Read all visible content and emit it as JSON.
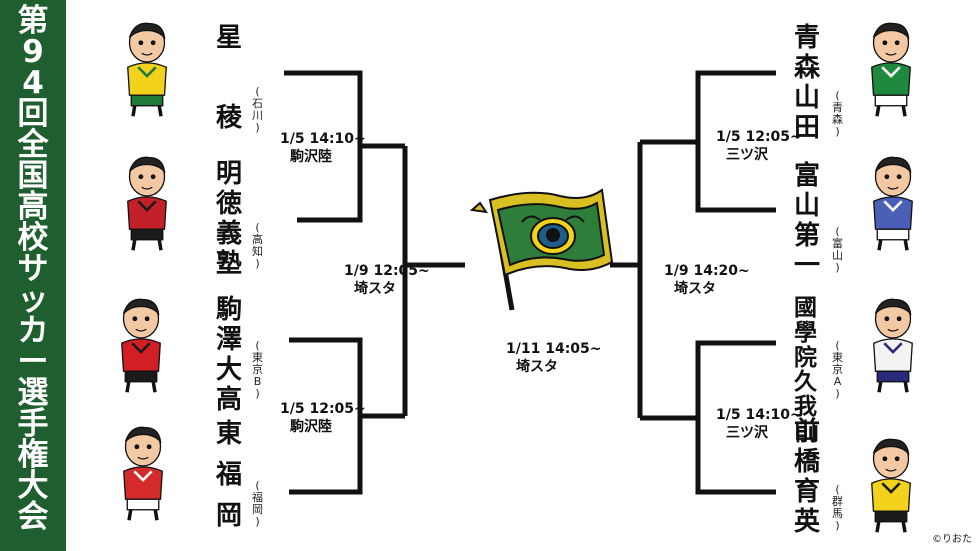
{
  "title_chars": [
    "第",
    "9",
    "4",
    "回",
    "全",
    "国",
    "高",
    "校",
    "サ",
    "ッ",
    "カ",
    "ー",
    "選",
    "手",
    "権",
    "大",
    "会"
  ],
  "colors": {
    "sidebar": "#1f5e2e",
    "flag": "#2f7d3a",
    "flag_border": "#d9c022"
  },
  "left_teams": [
    {
      "name_chars": [
        "星",
        "稜"
      ],
      "pref": "(石川)",
      "kit": "#f2d21b",
      "kit2": "#1f7a3a"
    },
    {
      "name_chars": [
        "明",
        "徳",
        "義",
        "塾"
      ],
      "pref": "(高知)",
      "kit": "#c3202a",
      "kit2": "#1b1b1b"
    },
    {
      "name_chars": [
        "駒",
        "澤",
        "大",
        "高"
      ],
      "pref": "(東京B)",
      "kit": "#d21f26",
      "kit2": "#1b1b1b"
    },
    {
      "name_chars": [
        "東",
        "福",
        "岡"
      ],
      "pref": "(福岡)",
      "kit": "#d42a2a",
      "kit2": "#ffffff"
    }
  ],
  "right_teams": [
    {
      "name_chars": [
        "青",
        "森",
        "山",
        "田"
      ],
      "pref": "(青森)",
      "kit": "#1f8a3e",
      "kit2": "#ffffff"
    },
    {
      "name_chars": [
        "富",
        "山",
        "第",
        "一"
      ],
      "pref": "(富山)",
      "kit": "#4b5fb7",
      "kit2": "#ffffff"
    },
    {
      "name_chars": [
        "國",
        "學",
        "院",
        "久",
        "我",
        "山"
      ],
      "pref": "(東京A)",
      "kit": "#f3f3f3",
      "kit2": "#2a2a7a"
    },
    {
      "name_chars": [
        "前",
        "橋",
        "育",
        "英"
      ],
      "pref": "(群馬)",
      "kit": "#f2d21b",
      "kit2": "#1b1b1b"
    }
  ],
  "matches": {
    "l_qf1": {
      "date": "1/5 14:10~",
      "venue": "駒沢陸"
    },
    "l_qf2": {
      "date": "1/5 12:05~",
      "venue": "駒沢陸"
    },
    "l_sf": {
      "date": "1/9 12:05~",
      "venue": "埼スタ"
    },
    "final": {
      "date": "1/11 14:05~",
      "venue": "埼スタ"
    },
    "r_sf": {
      "date": "1/9 14:20~",
      "venue": "埼スタ"
    },
    "r_qf1": {
      "date": "1/5 12:05~",
      "venue": "三ツ沢"
    },
    "r_qf2": {
      "date": "1/5 14:10~",
      "venue": "三ツ沢"
    }
  },
  "credit": "©りおた"
}
